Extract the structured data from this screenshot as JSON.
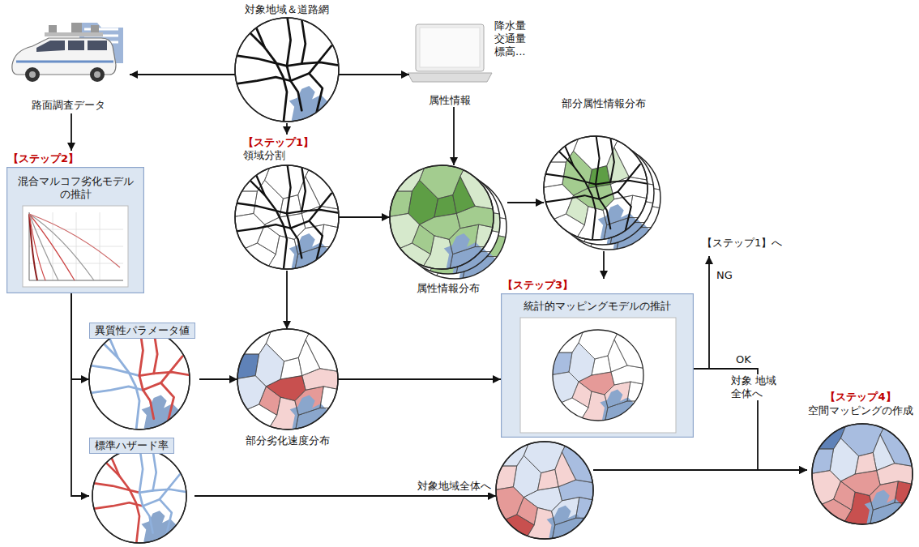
{
  "diagram": {
    "nodes": [
      {
        "text": [
          "対象地域＆道路網"
        ]
      },
      {
        "text": [
          "路面調査データ"
        ]
      },
      {
        "text": [
          "降水量 交通量 標高...",
          "属性情報"
        ]
      },
      {
        "text": [
          "【ステップ1】",
          "領域分割"
        ]
      },
      {
        "text": [
          "属性情報分布"
        ]
      },
      {
        "text": [
          "部分属性情報分布"
        ]
      },
      {
        "text": [
          "【ステップ2】",
          "混合マルコフ劣化モデル の推計"
        ]
      },
      {
        "text": [
          "異質性パラメータ値"
        ]
      },
      {
        "text": [
          "部分劣化速度分布"
        ]
      },
      {
        "text": [
          "【ステップ3】",
          "統計的マッピングモデルの推計"
        ]
      },
      {
        "text": [
          "標準ハザード率"
        ]
      },
      {
        "text": []
      },
      {
        "text": [
          "【ステップ4】",
          "空間マッピングの作成"
        ]
      }
    ],
    "edges": [
      {
        "from": 0,
        "to": 1,
        "arrow": "to"
      },
      {
        "from": 0,
        "to": 2,
        "arrow": "to"
      },
      {
        "from": 0,
        "to": 3,
        "arrow": "to"
      },
      {
        "from": 1,
        "to": 6,
        "arrow": "to"
      },
      {
        "from": 2,
        "to": 4,
        "arrow": "to"
      },
      {
        "from": 3,
        "to": 4,
        "arrow": "to"
      },
      {
        "from": 3,
        "to": 8,
        "arrow": "to"
      },
      {
        "from": 4,
        "to": 5,
        "arrow": "to"
      },
      {
        "from": 5,
        "to": 9,
        "arrow": "to"
      },
      {
        "from": 6,
        "to": 7,
        "arrow": "to"
      },
      {
        "from": 6,
        "to": 10,
        "arrow": "to"
      },
      {
        "from": 7,
        "to": 8,
        "arrow": "to"
      },
      {
        "from": 8,
        "to": 9,
        "arrow": "to"
      },
      {
        "from": 9,
        "to": 12,
        "label": "OK",
        "arrow": "to"
      },
      {
        "from": 10,
        "to": 11,
        "label": "対象地域全体へ",
        "arrow": "to"
      },
      {
        "from": 11,
        "to": 12,
        "arrow": "to"
      }
    ],
    "labels": [
      "【ステップ1】へ",
      "NG",
      "対象 地域 全体へ"
    ]
  }
}
